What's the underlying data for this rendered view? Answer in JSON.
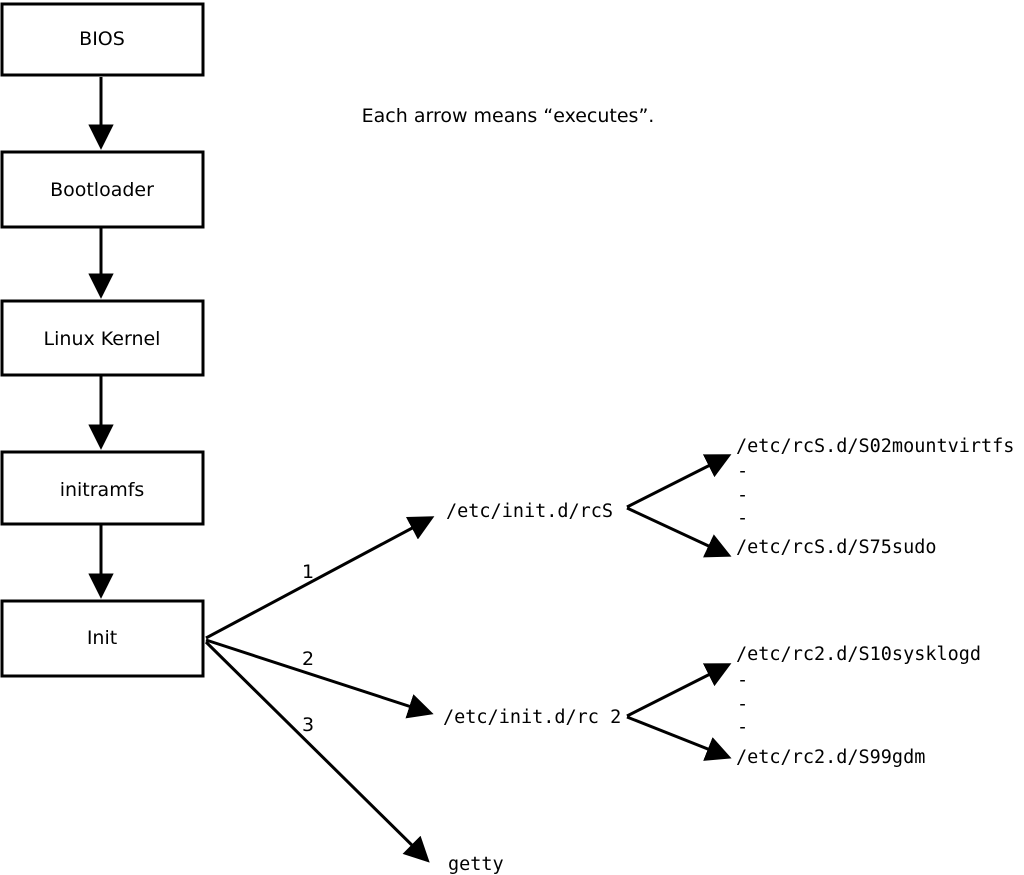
{
  "note": "Each arrow means “executes”.",
  "flow_boxes": [
    {
      "label": "BIOS"
    },
    {
      "label": "Bootloader"
    },
    {
      "label": "Linux Kernel"
    },
    {
      "label": "initramfs"
    },
    {
      "label": "Init"
    }
  ],
  "init_branches": [
    {
      "order": "1",
      "target": "/etc/init.d/rcS"
    },
    {
      "order": "2",
      "target": "/etc/init.d/rc 2"
    },
    {
      "order": "3",
      "target": "getty"
    }
  ],
  "rcS_scripts": {
    "first": "/etc/rcS.d/S02mountvirtfs",
    "ellipsis": [
      "-",
      "-",
      "-"
    ],
    "last": "/etc/rcS.d/S75sudo"
  },
  "rc2_scripts": {
    "first": "/etc/rc2.d/S10sysklogd",
    "ellipsis": [
      "-",
      "-",
      "-"
    ],
    "last": "/etc/rc2.d/S99gdm"
  },
  "colors": {
    "line": "#000000",
    "background": "#ffffff"
  }
}
